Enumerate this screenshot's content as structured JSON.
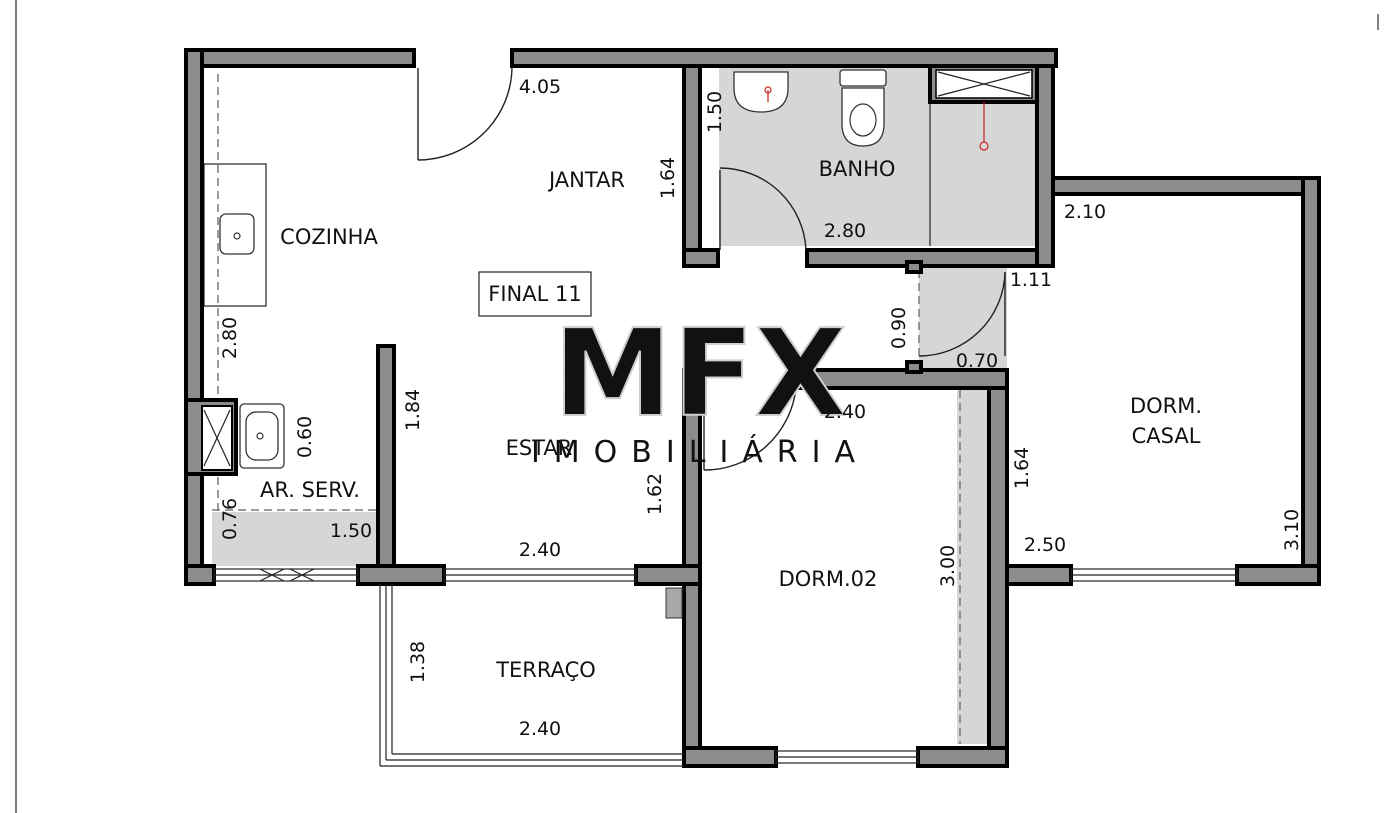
{
  "plan": {
    "label_box": "FINAL 11",
    "rooms": {
      "jantar": "JANTAR",
      "cozinha": "COZINHA",
      "banho": "BANHO",
      "estar": "ESTAR",
      "ar_serv": "AR. SERV.",
      "terraco": "TERRAÇO",
      "dorm02": "DORM.02",
      "dorm_casal_1": "DORM.",
      "dorm_casal_2": "CASAL"
    },
    "dimensions": {
      "jantar_width": "4.05",
      "jantar_depth": "1.64",
      "banho_depth": "1.50",
      "banho_width": "2.80",
      "casal_top": "2.10",
      "hall_width": "1.11",
      "hall_depth": "0.90",
      "hall_door": "0.70",
      "cozinha_length": "2.80",
      "estar_partition": "1.84",
      "tank_width": "0.60",
      "dorm02_top": "2.40",
      "dorm02_depth": "3.00",
      "casal_side": "1.64",
      "estar_depth": "1.62",
      "serv_depth": "0.76",
      "serv_width": "1.50",
      "estar_width": "2.40",
      "casal_bottom": "2.50",
      "casal_depth": "3.10",
      "terraco_depth": "1.38",
      "terraco_width": "2.40"
    },
    "watermark": {
      "logo": "MFX",
      "sub": "IMOBILIÁRIA"
    }
  }
}
